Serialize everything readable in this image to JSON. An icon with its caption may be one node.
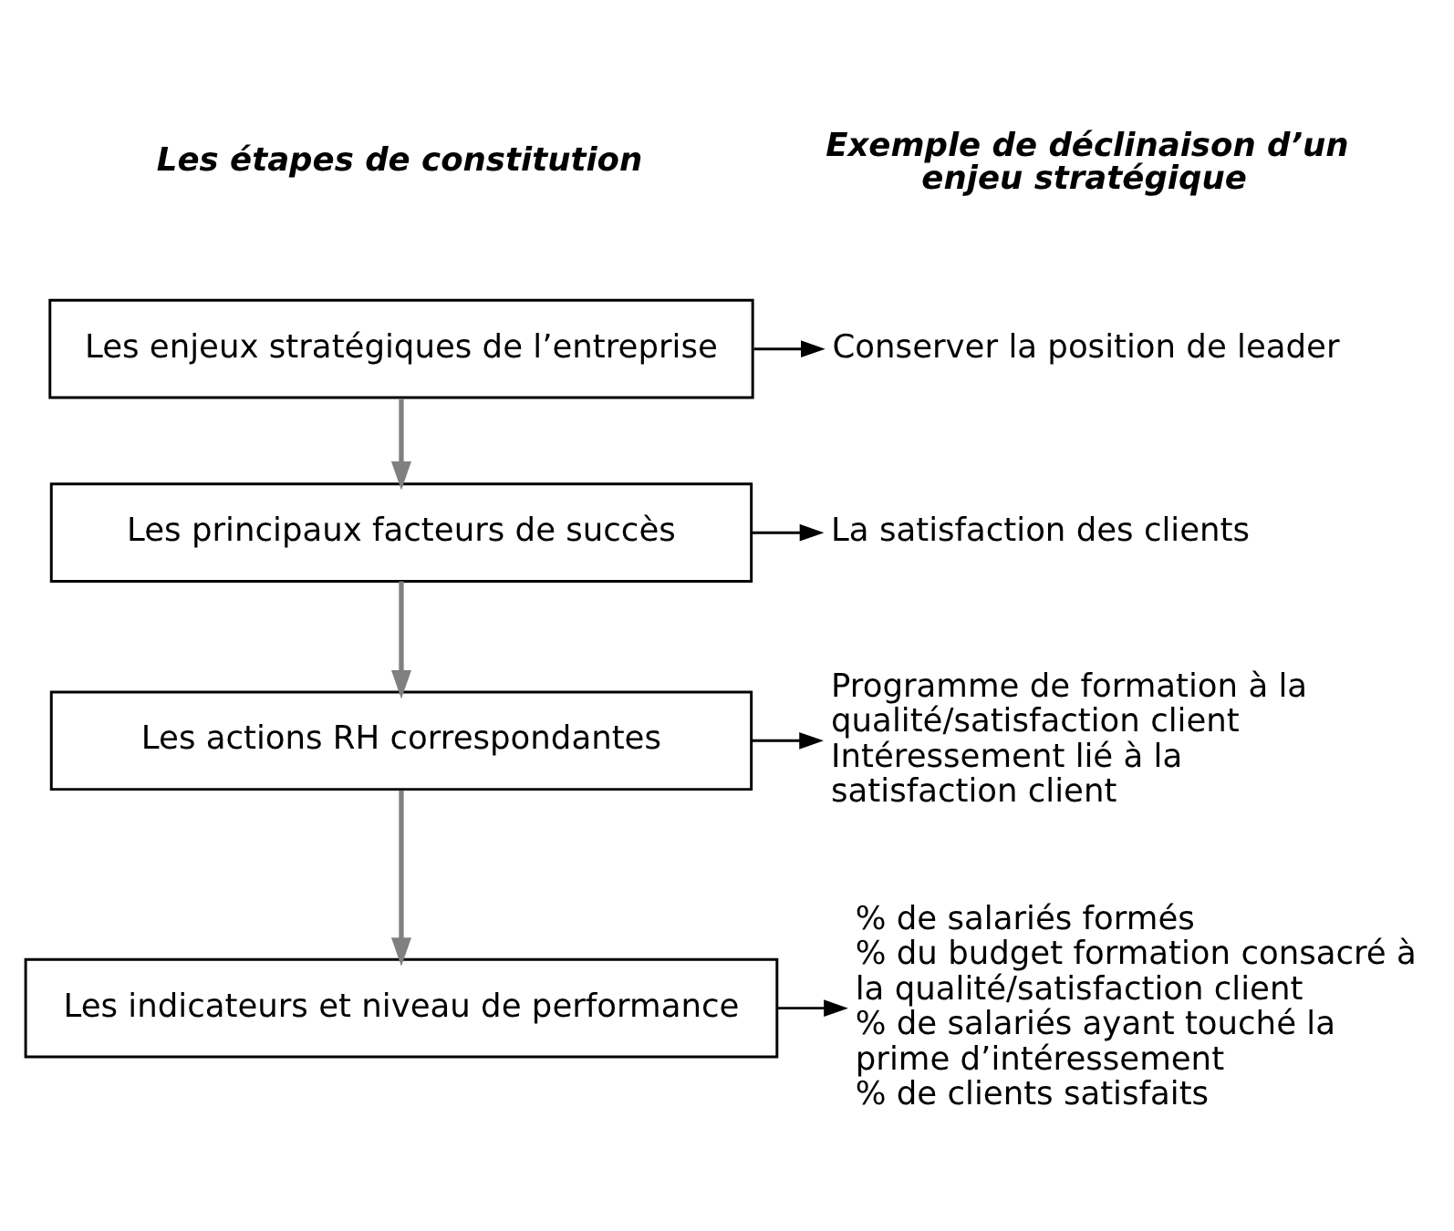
{
  "diagram": {
    "nodes": [
      {
        "text": [
          "Les enjeux stratégiques de l’entreprise"
        ]
      },
      {
        "text": [
          "Conserver la position de leader"
        ]
      },
      {
        "text": [
          "Les principaux facteurs de succès"
        ]
      },
      {
        "text": [
          "La satisfaction des clients"
        ]
      },
      {
        "text": [
          "Les actions RH correspondantes"
        ]
      },
      {
        "text": [
          "Programme de formation à la qualité/satisfaction client",
          "Intéressement lié à la satisfaction client"
        ]
      },
      {
        "text": [
          "Les indicateurs et niveau de performance"
        ]
      },
      {
        "text": [
          "% de salariés formés",
          "% du budget formation consacré à la qualité/satisfaction client",
          "% de salariés ayant touché la prime d’intéressement",
          "% de clients satisfaits"
        ]
      }
    ],
    "edges": [
      {
        "from": 0,
        "to": 1,
        "arrow": "to"
      },
      {
        "from": 0,
        "to": 2,
        "arrow": "to",
        "color": "#808080"
      },
      {
        "from": 2,
        "to": 3,
        "arrow": "to"
      },
      {
        "from": 2,
        "to": 4,
        "arrow": "to",
        "color": "#808080"
      },
      {
        "from": 4,
        "to": 5,
        "arrow": "to"
      },
      {
        "from": 4,
        "to": 6,
        "arrow": "to",
        "color": "#808080"
      },
      {
        "from": 6,
        "to": 7,
        "arrow": "to"
      }
    ],
    "labels": [
      "Les étapes de constitution",
      "Exemple de déclinaison d’un enjeu stratégique"
    ]
  }
}
